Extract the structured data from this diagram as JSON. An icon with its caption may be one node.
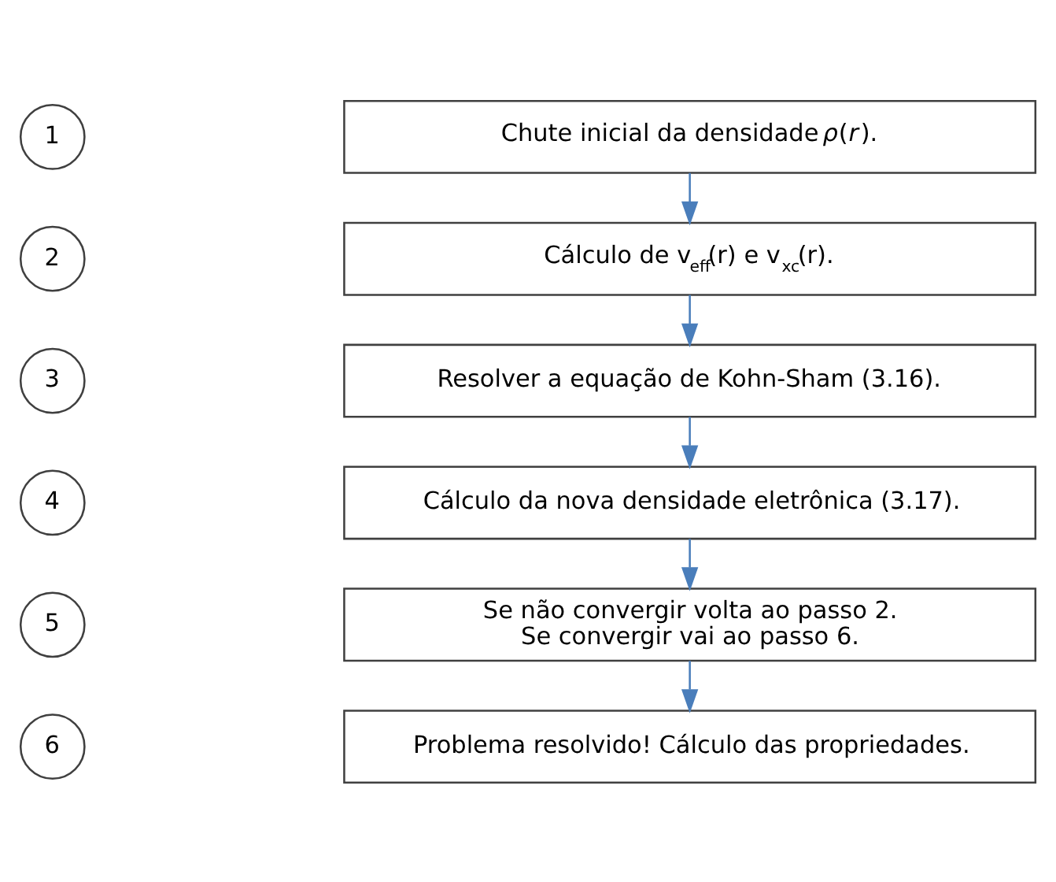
{
  "diagram": {
    "nodes": [
      {
        "text": [
          "1"
        ]
      },
      {
        "text": [
          "Chute inicial da densidade *ρ*(*r*)."
        ]
      },
      {
        "text": [
          "2"
        ]
      },
      {
        "text": [
          "Cálculo de v$_{eff}$(r) e v$_{xc}$(r)."
        ]
      },
      {
        "text": [
          "3"
        ]
      },
      {
        "text": [
          "Resolver a equação de Kohn-Sham (3.16)."
        ]
      },
      {
        "text": [
          "4"
        ]
      },
      {
        "text": [
          "Cálculo da nova densidade eletrônica (3.17)."
        ]
      },
      {
        "text": [
          "5"
        ]
      },
      {
        "text": [
          "Se não convergir volta ao passo 2.",
          "Se convergir vai ao passo 6."
        ]
      },
      {
        "text": [
          "6"
        ]
      },
      {
        "text": [
          "Problema resolvido! Cálculo das propriedades."
        ]
      }
    ],
    "edges": [
      {
        "from": 1,
        "to": 3,
        "arrow": "to"
      },
      {
        "from": 3,
        "to": 5,
        "arrow": "to"
      },
      {
        "from": 5,
        "to": 7,
        "arrow": "to"
      },
      {
        "from": 7,
        "to": 9,
        "arrow": "to"
      },
      {
        "from": 9,
        "to": 11,
        "arrow": "to"
      }
    ]
  }
}
